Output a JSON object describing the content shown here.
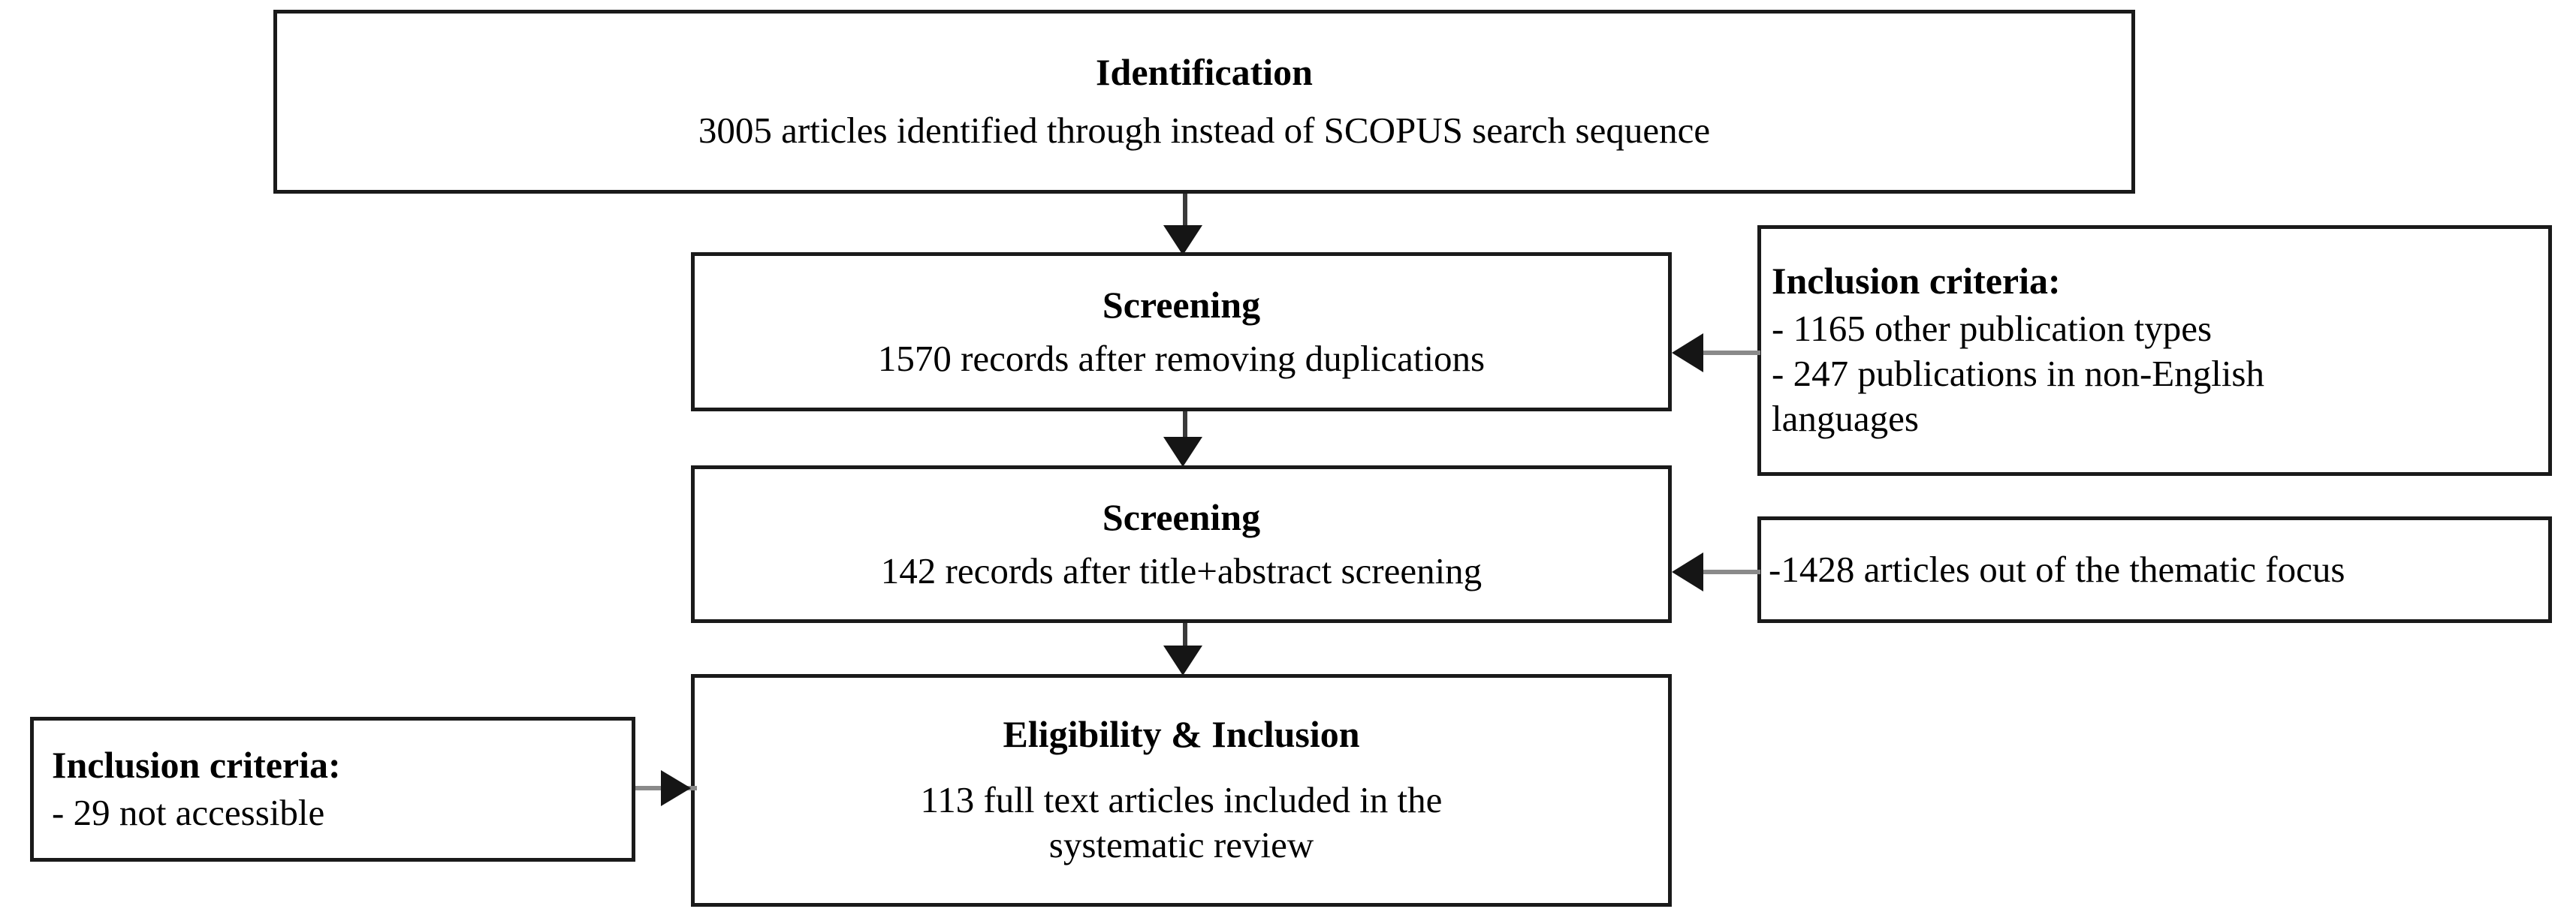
{
  "diagram": {
    "title": "PRISMA study selection flow diagram",
    "colors": {
      "box_border": "#1a1a1a",
      "box_fill": "#ffffff",
      "connector_line": "#8a8a8a",
      "connector_vertical": "#3a3a3a",
      "arrow_head": "#151515",
      "text": "#000000"
    },
    "stages": [
      {
        "id": "identification",
        "heading": "Identification",
        "body": "3005 articles identified through instead of SCOPUS search sequence",
        "count": 3005
      },
      {
        "id": "screening-duplicates",
        "heading": "Screening",
        "body": "1570 records after removing duplications",
        "count": 1570
      },
      {
        "id": "screening-abstract",
        "heading": "Screening",
        "body": "142 records after title+abstract screening",
        "count": 142
      },
      {
        "id": "eligibility-inclusion",
        "heading": "Eligibility & Inclusion",
        "body_line1": "113 full text articles included in the",
        "body_line2": "systematic review",
        "count": 113
      }
    ],
    "exclusions": [
      {
        "id": "exclusion-publication-types",
        "position": "right",
        "heading": "Inclusion criteria:",
        "line1": "- 1165 other publication types",
        "line2": "- 247 publications in non-English",
        "line3": "languages",
        "counts": [
          1165,
          247
        ]
      },
      {
        "id": "exclusion-thematic",
        "position": "right",
        "line1": "-1428 articles out of the thematic focus",
        "counts": [
          1428
        ]
      },
      {
        "id": "exclusion-accessibility",
        "position": "left",
        "heading": "Inclusion criteria:",
        "line1": "- 29 not accessible",
        "counts": [
          29
        ]
      }
    ],
    "connectors": [
      {
        "id": "identification-to-screening-duplicates",
        "direction": "down",
        "icon": "arrow-down-icon"
      },
      {
        "id": "screening-duplicates-to-screening-abstract",
        "direction": "down",
        "icon": "arrow-down-icon"
      },
      {
        "id": "screening-abstract-to-eligibility",
        "direction": "down",
        "icon": "arrow-down-icon"
      },
      {
        "id": "exclusion-publication-types-to-screening-duplicates",
        "direction": "left",
        "icon": "arrow-left-icon"
      },
      {
        "id": "exclusion-thematic-to-screening-abstract",
        "direction": "left",
        "icon": "arrow-left-icon"
      },
      {
        "id": "exclusion-accessibility-to-eligibility",
        "direction": "right",
        "icon": "arrow-right-icon"
      }
    ]
  }
}
